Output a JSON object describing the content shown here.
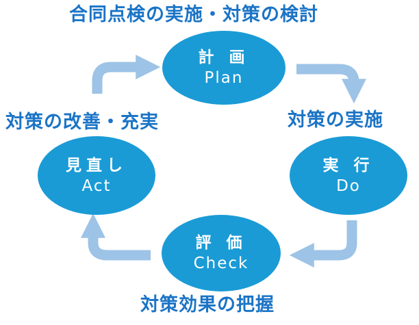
{
  "title": "合同点検の実施・対策の検討",
  "captions": {
    "right": "対策の実施",
    "left": "対策の改善・充実",
    "bottom": "対策効果の把握"
  },
  "nodes": {
    "plan": {
      "jp": "計 画",
      "en": "Plan"
    },
    "do": {
      "jp": "実 行",
      "en": "Do"
    },
    "check": {
      "jp": "評 価",
      "en": "Check"
    },
    "act": {
      "jp": "見直し",
      "en": "Act"
    }
  },
  "colors": {
    "node_fill": "#1a9bd6",
    "arrow": "#9dc3e6",
    "caption_text": "#1b74c6",
    "node_text": "#ffffff"
  }
}
